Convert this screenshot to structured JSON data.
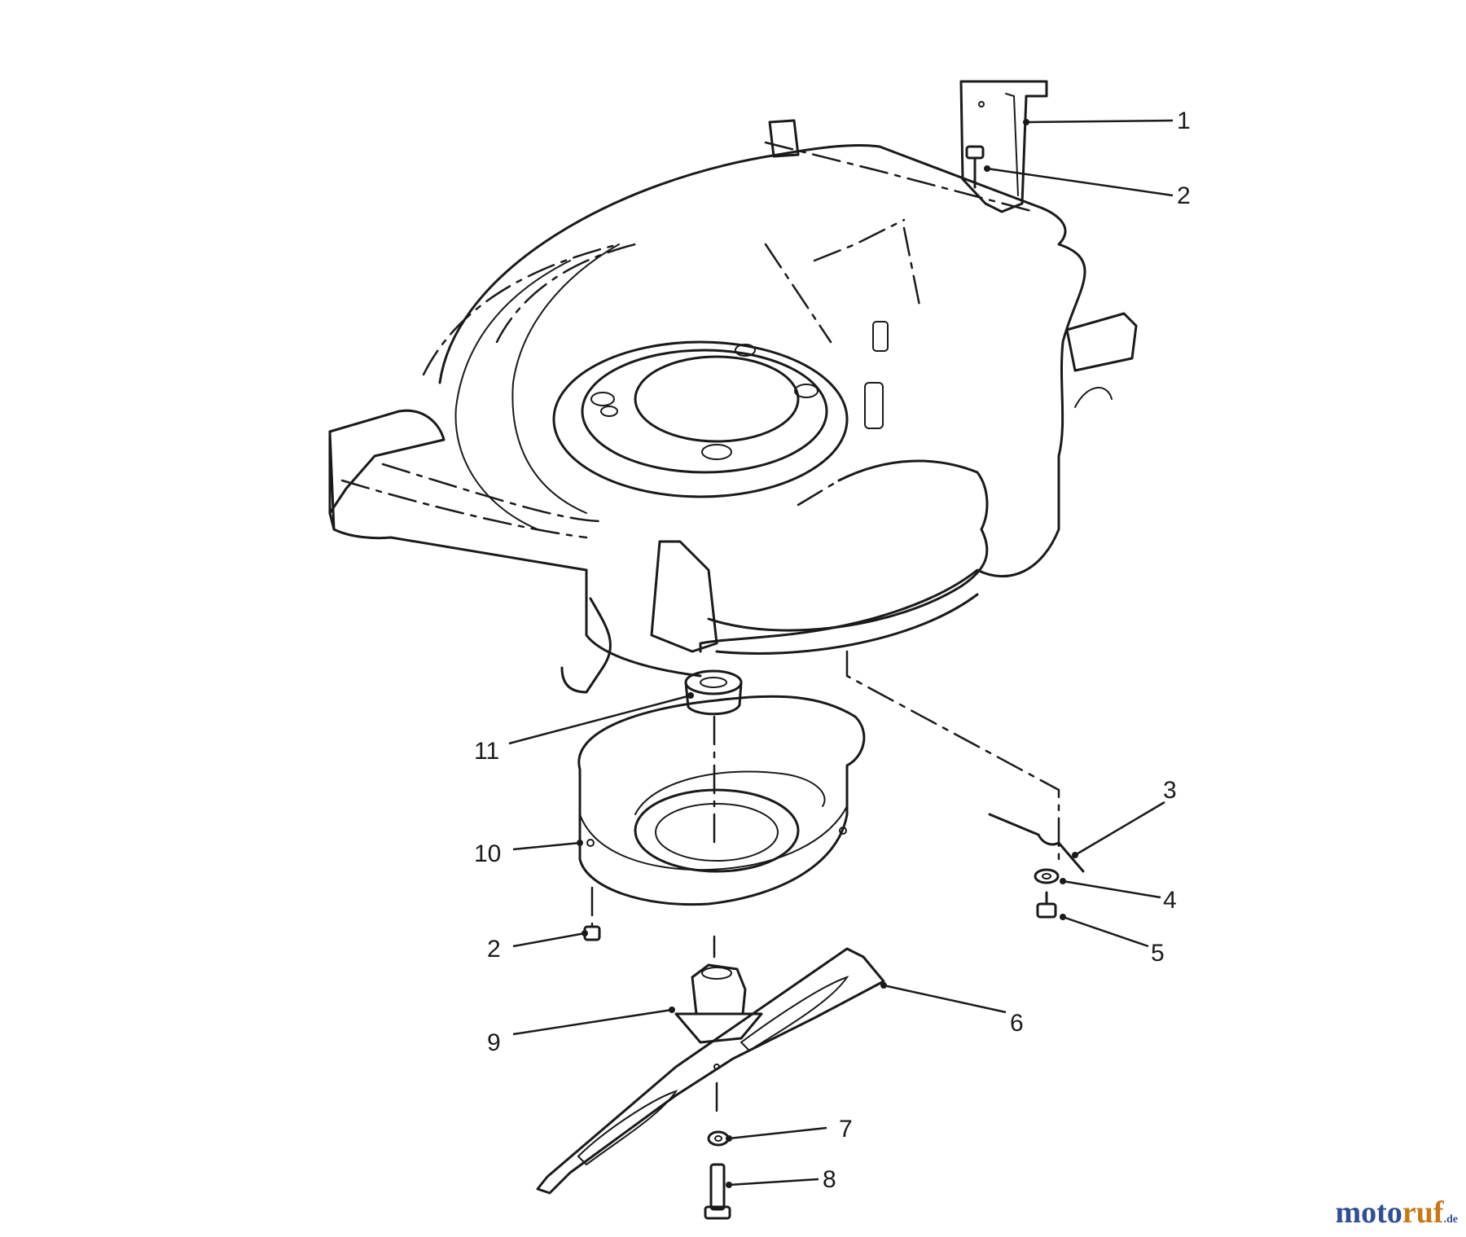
{
  "diagram": {
    "subject": "Mower deck exploded parts view",
    "callouts": [
      {
        "id": "c1",
        "label": "1"
      },
      {
        "id": "c2a",
        "label": "2"
      },
      {
        "id": "c2b",
        "label": "2"
      },
      {
        "id": "c3",
        "label": "3"
      },
      {
        "id": "c4",
        "label": "4"
      },
      {
        "id": "c5",
        "label": "5"
      },
      {
        "id": "c6",
        "label": "6"
      },
      {
        "id": "c7",
        "label": "7"
      },
      {
        "id": "c8",
        "label": "8"
      },
      {
        "id": "c9",
        "label": "9"
      },
      {
        "id": "c10",
        "label": "10"
      },
      {
        "id": "c11",
        "label": "11"
      }
    ]
  },
  "watermark": {
    "part1": "moto",
    "part2": "ruf",
    "suffix": ".de",
    "brand_color": "#2f4f8f",
    "accent_color": "#c47a1b"
  }
}
